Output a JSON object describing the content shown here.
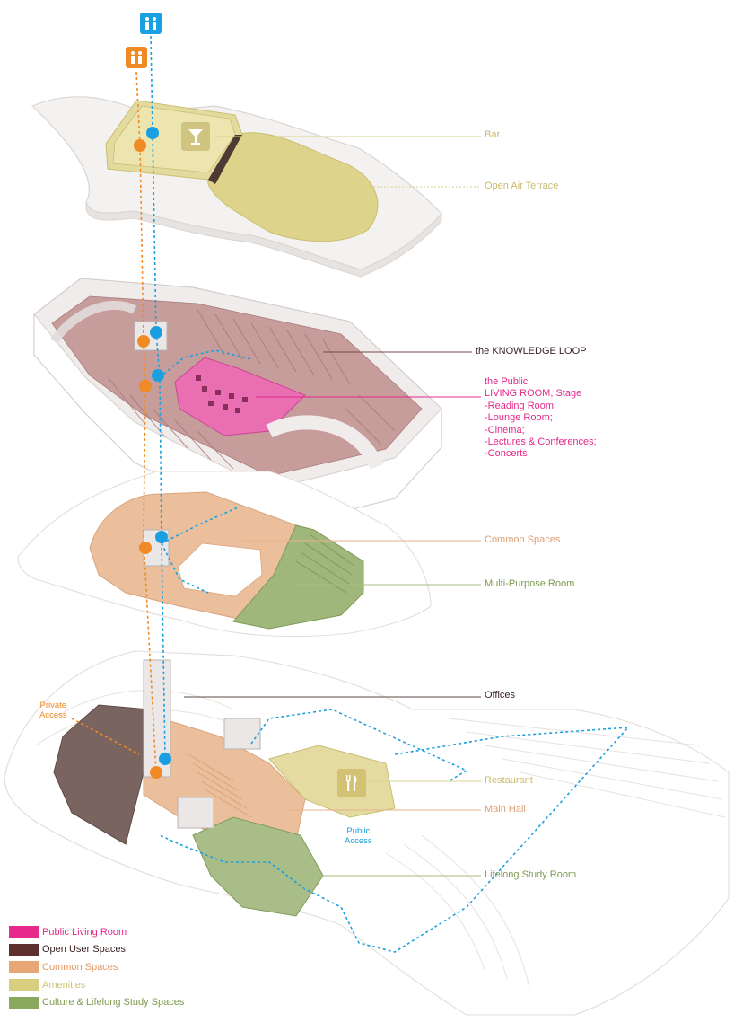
{
  "colors": {
    "public_living": "#e6298a",
    "open_user": "#5e2f2f",
    "common": "#e8a676",
    "amenities": "#d8ce7e",
    "culture": "#8aa95d",
    "leader_bar": "#d9cf8c",
    "leader_knowledge": "#7a4949",
    "leader_common": "#e9b18a",
    "leader_culture": "#a4bd7e",
    "text_amenities": "#c4b56a",
    "text_common": "#dca075",
    "text_culture": "#7e9a4f",
    "access_orange": "#f08a24",
    "access_blue": "#1aa0e0"
  },
  "labels": {
    "bar": "Bar",
    "open_air_terrace": "Open Air Terrace",
    "knowledge_loop": "the KNOWLEDGE LOOP",
    "public_living": [
      "the Public",
      "LIVING ROOM, Stage",
      "-Reading Room;",
      "-Lounge Room;",
      "-Cinema;",
      "-Lectures & Conferences;",
      "-Concerts"
    ],
    "common_spaces": "Common Spaces",
    "multi_purpose_room": "Multi-Purpose Room",
    "offices": "Offices",
    "restaurant": "Restaurant",
    "main_hall": "Main Hall",
    "lifelong_study_room": "Lifelong Study Room",
    "private_access": [
      "Private",
      "Access"
    ],
    "public_access": [
      "Public",
      "Access"
    ]
  },
  "legend": [
    {
      "label": "Public Living Room",
      "color": "#e6298a",
      "text_color": "#e6298a"
    },
    {
      "label": "Open User Spaces",
      "color": "#5e2f2f",
      "text_color": "#3b2222"
    },
    {
      "label": "Common Spaces",
      "color": "#e8a676",
      "text_color": "#e09a66"
    },
    {
      "label": "Amenities",
      "color": "#d8ce7e",
      "text_color": "#cfc070"
    },
    {
      "label": "Culture & Lifelong Study Spaces",
      "color": "#8aa95d",
      "text_color": "#7e9a4f"
    }
  ],
  "icons": {
    "elevator_blue": "elevator-icon",
    "elevator_orange": "elevator-icon",
    "bar": "cocktail-glass-icon",
    "restaurant": "fork-knife-icon"
  }
}
